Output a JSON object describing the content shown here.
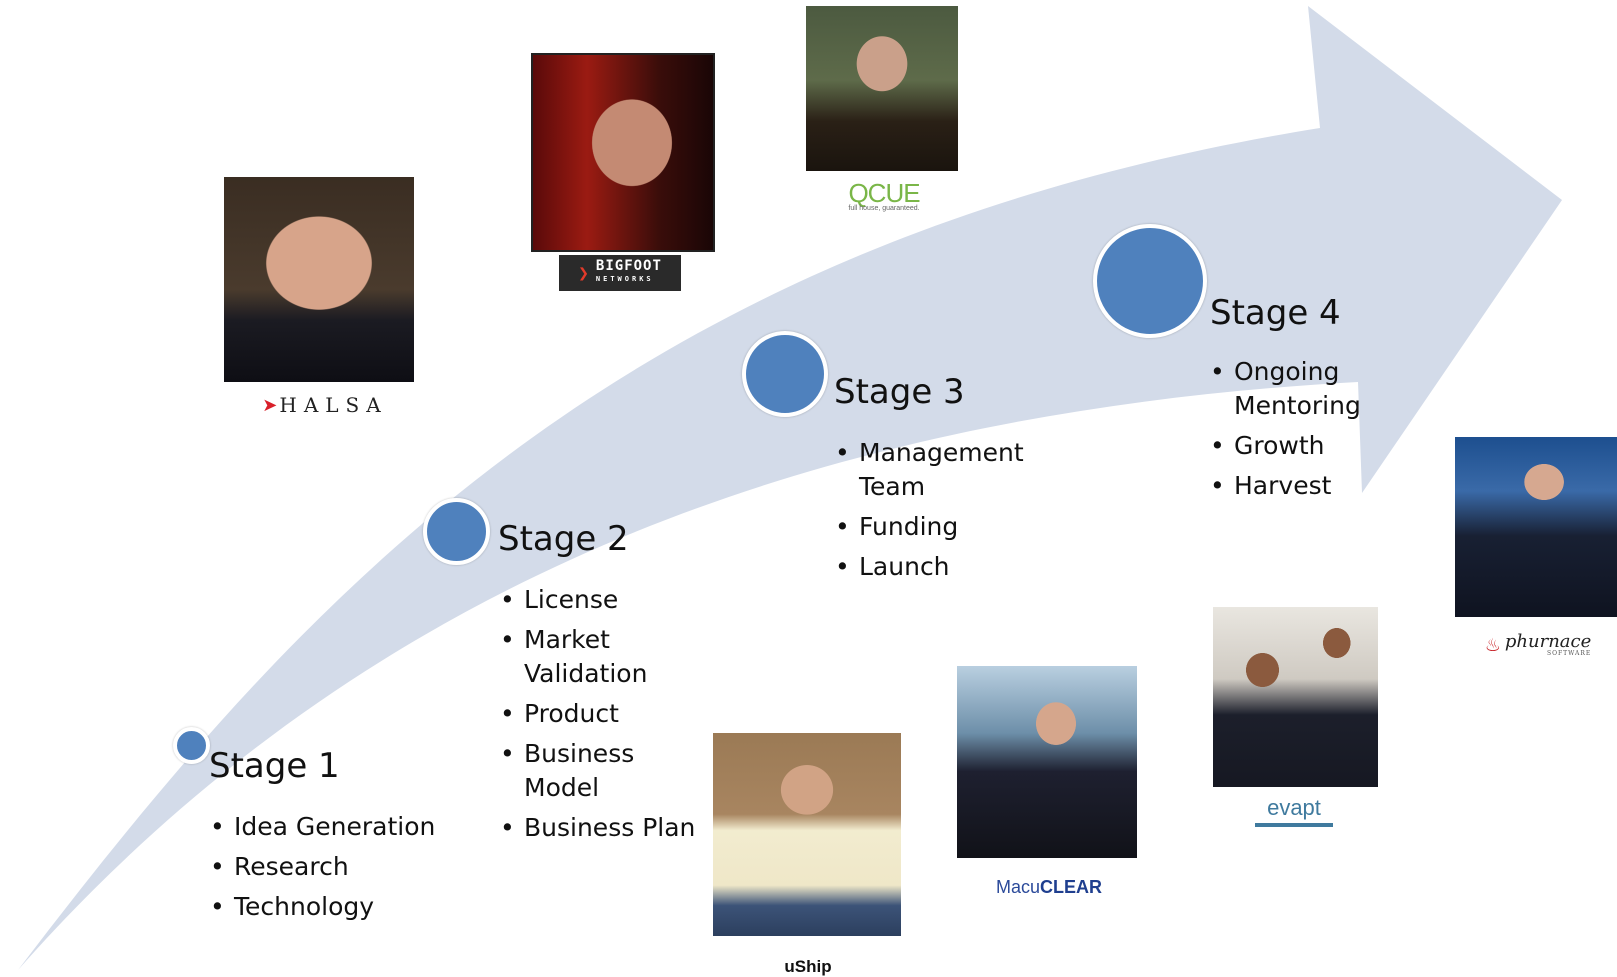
{
  "colors": {
    "arrow_fill": "#d3dbe9",
    "circle_fill": "#4f81bd",
    "circle_border": "#ffffff"
  },
  "stages": [
    {
      "title": "Stage 1",
      "items": [
        "Idea Generation",
        "Research",
        "Technology"
      ]
    },
    {
      "title": "Stage 2",
      "items": [
        "License",
        "Market Validation",
        "Product",
        "Business Model",
        "Business Plan"
      ]
    },
    {
      "title": "Stage 3",
      "items": [
        "Management Team",
        "Funding",
        "Launch"
      ]
    },
    {
      "title": "Stage 4",
      "items": [
        "Ongoing Mentoring",
        "Growth",
        "Harvest"
      ]
    }
  ],
  "logos": {
    "halsa": "HALSA",
    "bigfoot": "BIGFOOT",
    "bigfoot_sub": "NETWORKS",
    "qcue": "QCUE",
    "qcue_tag": "full house, guaranteed.",
    "uship": "uShip",
    "macu_a": "Macu",
    "macu_b": "CLEAR",
    "evapt": "evapt",
    "phurnace": "phurnace",
    "phurnace_sub": "SOFTWARE"
  },
  "photos": [
    {
      "name": "halsa-founder-photo",
      "icon": "person-photo"
    },
    {
      "name": "bigfoot-founder-photo",
      "icon": "person-photo"
    },
    {
      "name": "qcue-founder-photo",
      "icon": "person-photo"
    },
    {
      "name": "uship-founder-photo",
      "icon": "person-photo"
    },
    {
      "name": "maculear-founder-photo",
      "icon": "person-photo"
    },
    {
      "name": "evapt-founders-photo",
      "icon": "person-photo"
    },
    {
      "name": "phurnace-founder-photo",
      "icon": "person-photo"
    }
  ]
}
